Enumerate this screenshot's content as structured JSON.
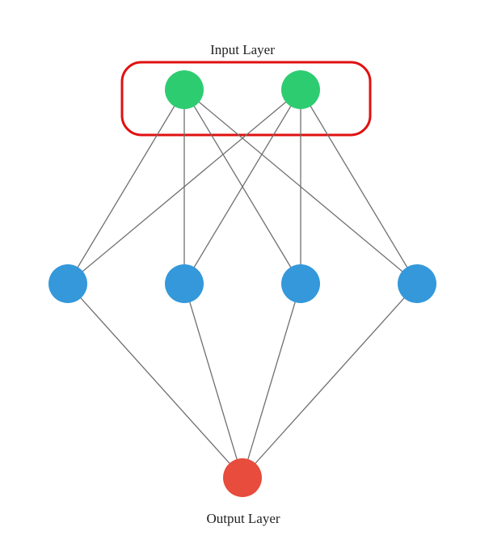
{
  "labels": {
    "input_layer": "Input Layer",
    "output_layer": "Output Layer"
  },
  "colors": {
    "input_node": "#2ecc71",
    "hidden_node": "#3498db",
    "output_node": "#e74c3c",
    "edge": "#6f6f6f",
    "highlight_box": "#e01010"
  },
  "network": {
    "input_nodes": 2,
    "hidden_nodes": 4,
    "output_nodes": 1,
    "highlighted_layer": "input"
  }
}
